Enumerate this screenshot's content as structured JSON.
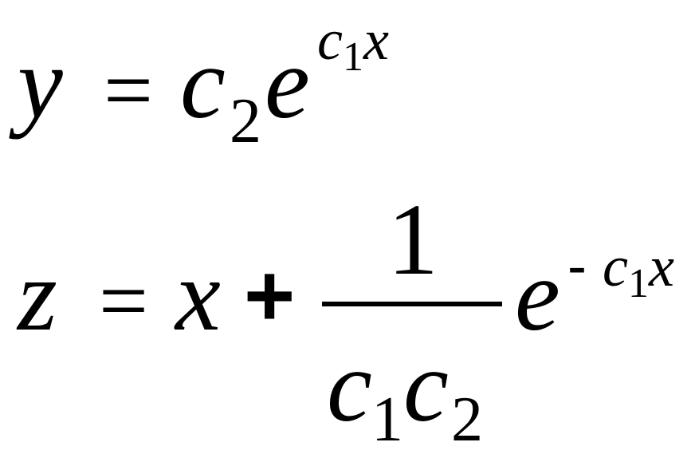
{
  "equation_1": {
    "lhs": "y",
    "equals": "=",
    "coef": "c",
    "coef_sub": "2",
    "base": "e",
    "exp_c": "c",
    "exp_c_sub": "1",
    "exp_var": "x"
  },
  "equation_2": {
    "lhs": "z",
    "equals": "=",
    "var": "x",
    "plus": "+",
    "numerator": "1",
    "den_c1": "c",
    "den_c1_sub": "1",
    "den_c2": "c",
    "den_c2_sub": "2",
    "base": "e",
    "exp_sign": "-",
    "exp_c": "c",
    "exp_c_sub": "1",
    "exp_var": "x"
  }
}
